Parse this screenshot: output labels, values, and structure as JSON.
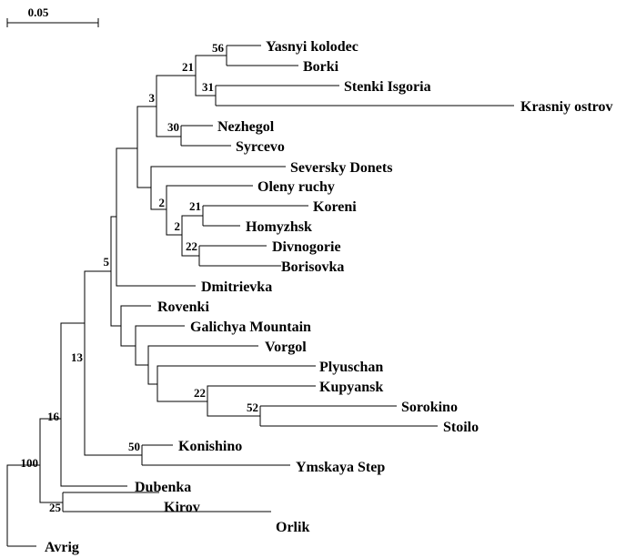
{
  "figure": {
    "type": "phylogenetic-tree",
    "scale_bar": {
      "label": "0.05",
      "value": 0.05
    }
  },
  "taxa": [
    "Yasnyi kolodec",
    "Borki",
    "Stenki Isgoria",
    "Krasniy ostrov",
    "Nezhegol",
    "Syrcevo",
    "Seversky Donets",
    "Oleny ruchy",
    "Koreni",
    "Homyzhsk",
    "Divnogorie",
    "Borisovka",
    "Dmitrievka",
    "Rovenki",
    "Galichya Mountain",
    "Vorgol",
    "Plyuschan",
    "Kupyansk",
    "Sorokino",
    "Stoilo",
    "Konishino",
    "Ymskaya Step",
    "Dubenka",
    "Kirov",
    "Orlik",
    "Avrig"
  ],
  "bootstrap_values": [
    "56",
    "21",
    "31",
    "3",
    "30",
    "2",
    "21",
    "2",
    "22",
    "5",
    "22",
    "52",
    "13",
    "50",
    "16",
    "100",
    "25"
  ],
  "newick": "(Avrig,((((((((Yasnyi_kolodec,Borki)56,(Stenki_Isgoria,Krasniy_ostrov)31)21,(Nezhegol,Syrcevo)30)3,(Seversky_Donets,(Oleny_ruchy,((Koreni,Homyzhsk)21,(Divnogorie,Borisovka)22)2)2)),Dmitrievka),(Rovenki,(Galichya_Mountain,(Vorgol,(Plyuschan,(Kupyansk,(Sorokino,Stoilo)52)22)))))5,(Konishino,Ymskaya_Step)50)13,Dubenka)16,(Kirov,Orlik)25)100);"
}
